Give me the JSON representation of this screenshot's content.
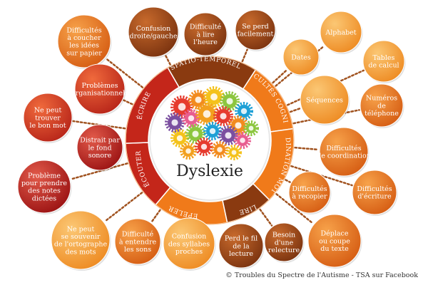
{
  "diagram": {
    "title": "Dyslexie",
    "credit": "© Troubles du Spectre de l'Autisme - TSA sur Facebook",
    "colors": {
      "ring_orange": "#f07a1a",
      "ring_brown": "#8a3a10",
      "ring_red": "#c4261a",
      "dark_red": "#b81f1f",
      "red": "#d8321c",
      "brown": "#9c4516",
      "orange": "#e8731f",
      "light_orange": "#f5a13b",
      "connector": "#a0521f"
    },
    "segments": [
      {
        "id": "spatio",
        "label": "SPATIO-TEMPOREL"
      },
      {
        "id": "cognitives",
        "label": "DIFFICULTÉS COGNITIVES"
      },
      {
        "id": "coordination",
        "label": "COORDINATION MOTRICE"
      },
      {
        "id": "lire",
        "label": "LIRE"
      },
      {
        "id": "epeler",
        "label": "ÉPELER"
      },
      {
        "id": "ecouter",
        "label": "ÉCOUTER"
      },
      {
        "id": "ecrire",
        "label": "ÉCRIRE"
      }
    ],
    "bubbles": [
      {
        "id": "difficultes-coucher-idees",
        "lines": [
          "Difficultés",
          "à coucher",
          "les idées",
          "sur papier"
        ]
      },
      {
        "id": "confusion-droite-gauche",
        "lines": [
          "Confusion",
          "droite/gauche"
        ]
      },
      {
        "id": "difficulte-lire-heure",
        "lines": [
          "Difficulté",
          "à lire",
          "l'heure"
        ]
      },
      {
        "id": "se-perd-facilement",
        "lines": [
          "Se perd",
          "facilement"
        ]
      },
      {
        "id": "dates",
        "lines": [
          "Dates"
        ]
      },
      {
        "id": "alphabet",
        "lines": [
          "Alphabet"
        ]
      },
      {
        "id": "tables-calcul",
        "lines": [
          "Tables",
          "de calcul"
        ]
      },
      {
        "id": "problemes-organisationnels",
        "lines": [
          "Problèmes",
          "organisationnels"
        ]
      },
      {
        "id": "sequences",
        "lines": [
          "Séquences"
        ]
      },
      {
        "id": "numeros-telephone",
        "lines": [
          "Numéros",
          "de",
          "téléphone"
        ]
      },
      {
        "id": "ne-peut-trouver-mot",
        "lines": [
          "Ne peut",
          "trouver",
          "le bon mot"
        ]
      },
      {
        "id": "distrait-fond-sonore",
        "lines": [
          "Distrait par",
          "le fond",
          "sonore"
        ]
      },
      {
        "id": "difficultes-coordination",
        "lines": [
          "Difficultés",
          "de coordination"
        ]
      },
      {
        "id": "probleme-prendre-notes",
        "lines": [
          "Problème",
          "pour prendre",
          "des notes",
          "dictées"
        ]
      },
      {
        "id": "difficultes-recopier",
        "lines": [
          "Difficultés",
          "à recopier"
        ]
      },
      {
        "id": "difficultes-ecriture",
        "lines": [
          "Difficultés",
          "d'écriture"
        ]
      },
      {
        "id": "ne-peut-souvenir-orthographe",
        "lines": [
          "Ne peut",
          "se souvenir",
          "de l'ortographe",
          "des mots"
        ]
      },
      {
        "id": "difficulte-entendre-sons",
        "lines": [
          "Difficulté",
          "à entendre",
          "les sons"
        ]
      },
      {
        "id": "confusion-syllabes",
        "lines": [
          "Confusion",
          "des syllabes",
          "proches"
        ]
      },
      {
        "id": "perd-fil-lecture",
        "lines": [
          "Perd le fil",
          "de la",
          "lecture"
        ]
      },
      {
        "id": "besoin-relecture",
        "lines": [
          "Besoin",
          "d'une",
          "relecture"
        ]
      },
      {
        "id": "deplace-coupe-texte",
        "lines": [
          "Déplace",
          "ou coupe",
          "du texte"
        ]
      }
    ]
  }
}
